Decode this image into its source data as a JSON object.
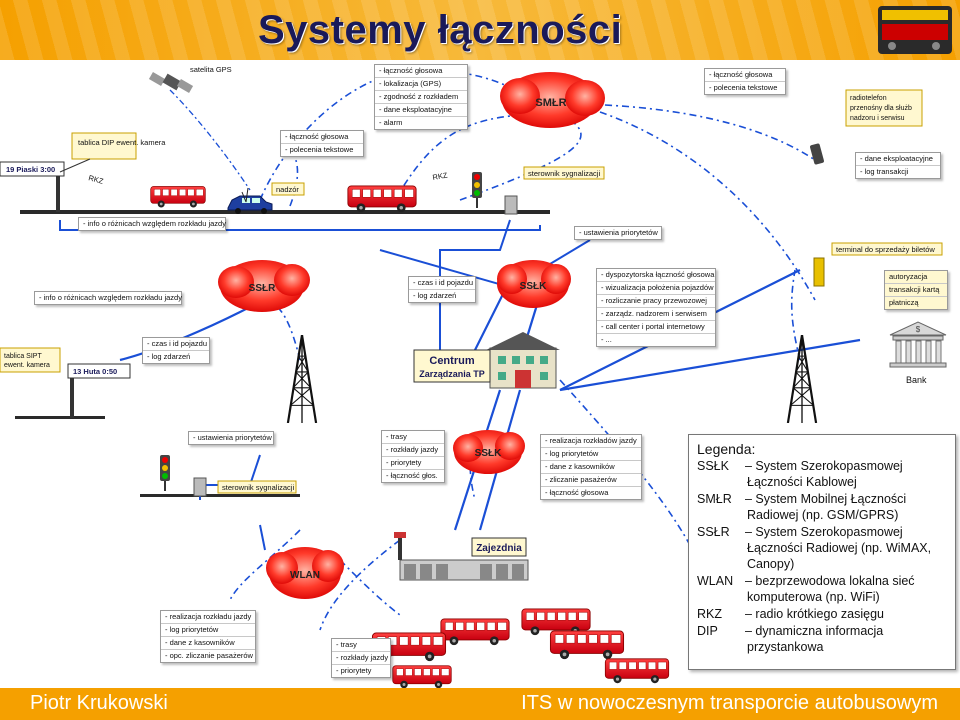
{
  "header": {
    "title": "Systemy łączności"
  },
  "footer": {
    "author": "Piotr Krukowski",
    "subtitle": "ITS w nowoczesnym transporcie autobusowym"
  },
  "stops": [
    {
      "label": "19  Piaski  3:00"
    },
    {
      "label": "13  Huta  0:50"
    }
  ],
  "labels": {
    "satellite": "satelita GPS",
    "dip": "tablica DIP ewent. kamera",
    "sipt": "tablica SIPT ewent. kamera",
    "rkz1": "RKZ",
    "rkz2": "RKZ",
    "nadzor": "nadzór",
    "sterownik1": "sterownik sygnalizacji",
    "sterownik2": "sterownik sygnalizacji",
    "terminal": "terminal do sprzedaży biletów",
    "bank": "Bank",
    "centrum": "Centrum Zarządzania TP",
    "zajezdnia": "Zajezdnia",
    "radiotelefon": "radiotelefon przenośny dla służb nadzoru i serwisu"
  },
  "clouds": {
    "smlr": "SMŁR",
    "sslr": "SSŁR",
    "sslk1": "SSŁK",
    "sslk2": "SSŁK",
    "wlan": "WLAN"
  },
  "info_boxes": {
    "smlr_bus": [
      "- łączność głosowa",
      "- lokalizacja (GPS)",
      "- zgodność z rozkładem",
      "- dane eksploatacyjne",
      "- alarm"
    ],
    "bus_voice": [
      "- łączność głosowa",
      "- polecenia tekstowe"
    ],
    "smlr_right": [
      "- łączność głosowa",
      "- polecenia tekstowe"
    ],
    "radio_right": [
      "- dane eksploatacyjne",
      "- log transakcji"
    ],
    "info_top": [
      "- info o różnicach względem rozkładu jazdy"
    ],
    "priorytet_top": [
      "- ustawienia priorytetów"
    ],
    "info_left": [
      "- info o różnicach względem rozkładu jazdy"
    ],
    "czas_id_top": [
      "- czas i id pojazdu",
      "- log zdarzeń"
    ],
    "czas_id_left": [
      "- czas i id pojazdu",
      "- log zdarzeń"
    ],
    "centrum_tasks": [
      "- dyspozytorska łączność głosowa",
      "- wizualizacja położenia pojazdów",
      "- rozliczanie pracy przewozowej",
      "- zarządz. nadzorem i serwisem",
      "- call center i portal internetowy",
      "- ..."
    ],
    "bank_auth": [
      "autoryzacja",
      "transakcji kartą",
      "płatniczą"
    ],
    "priorytet_bottom": [
      "- ustawienia priorytetów"
    ],
    "trasy_top": [
      "- trasy",
      "- rozkłady jazdy",
      "- priorytety",
      "- łączność głos."
    ],
    "depot_tasks": [
      "- realizacja rozkładów jazdy",
      "- log priorytetów",
      "- dane z kasowników",
      "- zliczanie pasażerów",
      "- łączność głosowa"
    ],
    "wlan_tasks": [
      "- realizacja rozkładu jazdy",
      "- log priorytetów",
      "- dane z kasowników",
      "- opc. zliczanie pasażerów"
    ],
    "trasy_bottom": [
      "- trasy",
      "- rozkłady jazdy",
      "- priorytety"
    ]
  },
  "legend": {
    "title": "Legenda:",
    "items": [
      {
        "abbr": "SSŁK",
        "line1": "– System Szerokopasmowej",
        "line2": "Łączności Kablowej"
      },
      {
        "abbr": "SMŁR",
        "line1": "– System Mobilnej Łączności",
        "line2": "Radiowej (np. GSM/GPRS)"
      },
      {
        "abbr": "SSŁR",
        "line1": "– System Szerokopasmowej",
        "line2": "Łączności Radiowej (np. WiMAX,",
        "line3": "Canopy)"
      },
      {
        "abbr": "WLAN",
        "line1": "– bezprzewodowa lokalna sieć",
        "line2": "komputerowa (np. WiFi)"
      },
      {
        "abbr": "RKZ",
        "line1": "– radio krótkiego zasięgu"
      },
      {
        "abbr": "DIP",
        "line1": "– dynamiczna informacja",
        "line2": "przystankowa"
      }
    ]
  },
  "colors": {
    "header": "#f5a000",
    "title": "#1a1a5a",
    "cloud": "#ff0000",
    "bus": "#dd0a1a",
    "link": "#1a4fd6",
    "pole": "#222222"
  }
}
